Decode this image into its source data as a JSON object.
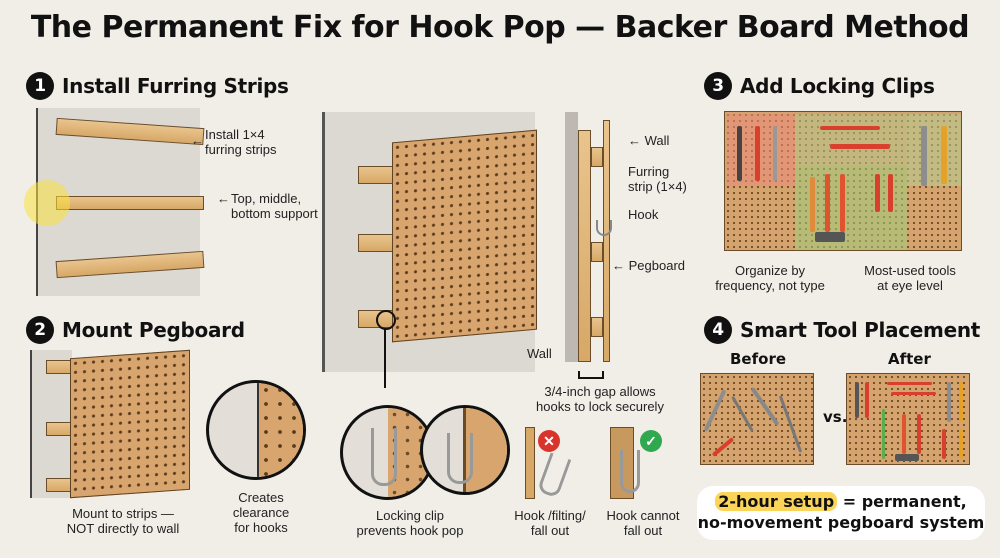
{
  "title": "The Permanent Fix for Hook Pop — Backer Board Method",
  "steps": [
    {
      "number": "1",
      "heading": "Install Furring Strips"
    },
    {
      "number": "2",
      "heading": "Mount Pegboard"
    },
    {
      "number": "3",
      "heading": "Add Locking Clips"
    },
    {
      "number": "4",
      "heading": "Smart Tool Placement"
    }
  ],
  "step1": {
    "labels": [
      "Install 1×4",
      "furring strips",
      "Top, middle,",
      "bottom support"
    ]
  },
  "step2": {
    "caption": [
      "Mount to strips —",
      "NOT directly to wall"
    ],
    "zoom_caption": [
      "Creates",
      "clearance",
      "for hooks"
    ]
  },
  "side_view": {
    "labels": {
      "wall_top": "Wall",
      "furring": [
        "Furring",
        "strip (1×4)"
      ],
      "hook": "Hook",
      "pegboard": "Pegboard",
      "wall_bottom": "Wall"
    },
    "gap_caption": [
      "3/4-inch gap allows",
      "hooks to lock securely"
    ]
  },
  "clip_detail": {
    "caption": [
      "Locking clip",
      "prevents hook pop"
    ],
    "bad": {
      "caption": [
        "Hook /filting/",
        "fall out"
      ],
      "icon": "x-icon",
      "color": "#d9342b",
      "glyph": "✕"
    },
    "good": {
      "caption": [
        "Hook cannot",
        "fall out"
      ],
      "icon": "check-icon",
      "color": "#2fa84f",
      "glyph": "✓"
    }
  },
  "step3": {
    "labels": [
      [
        "Organize by",
        "frequency, not type"
      ],
      [
        "Most-used tools",
        "at eye level"
      ]
    ]
  },
  "step4": {
    "before_label": "Before",
    "after_label": "After",
    "vs_label": "vs.",
    "callout_highlight": "2-hour setup",
    "callout_rest1": " = permanent,",
    "callout_line2": "no-movement pegboard system"
  },
  "colors": {
    "background": "#f1eee8",
    "wood": "#d7a867",
    "pegboard": "#d7a56d",
    "highlight": "#fbd45a",
    "red_tool": "#d8402d",
    "green_zone": "#9ccf7a",
    "red_zone": "#e98a78"
  }
}
